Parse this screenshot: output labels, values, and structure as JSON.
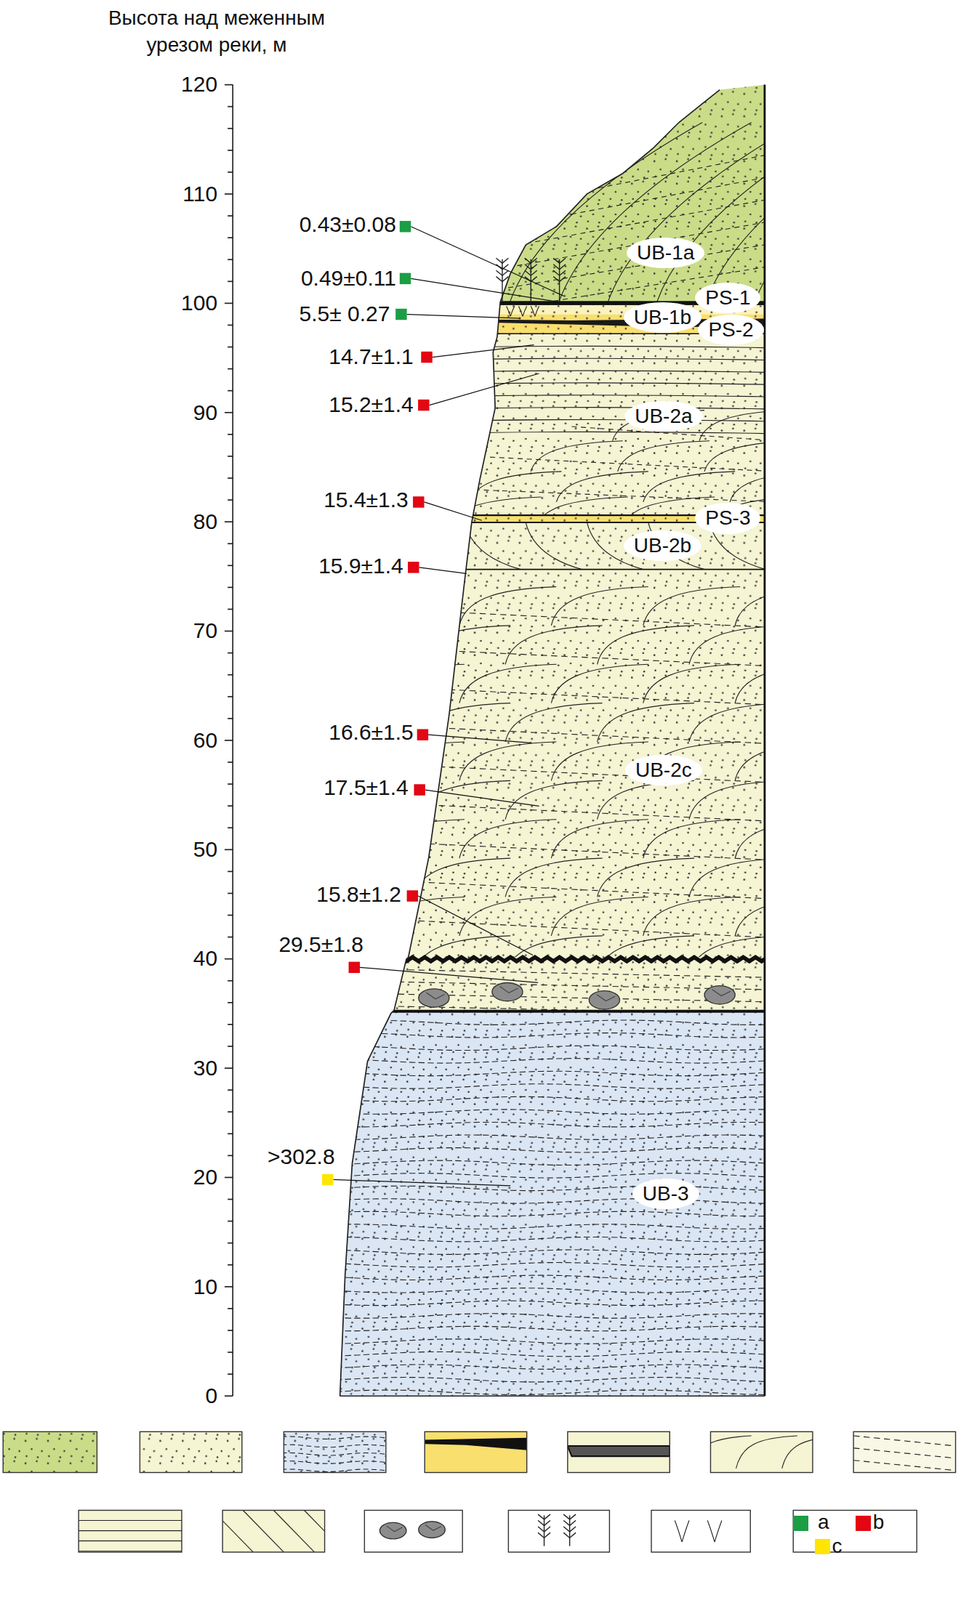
{
  "diagram": {
    "nodes": [
      {
        "text": [
          "UB-1a"
        ]
      },
      {
        "text": [
          "PS-1"
        ]
      },
      {
        "text": [
          "UB-1b"
        ]
      },
      {
        "text": [
          "PS-2"
        ]
      },
      {
        "text": [
          "UB-2a"
        ]
      },
      {
        "text": [
          "PS-3"
        ]
      },
      {
        "text": [
          "UB-2b"
        ]
      },
      {
        "text": [
          "UB-2c"
        ]
      },
      {
        "text": [
          "UB-3"
        ]
      }
    ],
    "labels": [
      "Высота над меженным урезом реки, м",
      "120",
      "110",
      "100",
      "90",
      "80",
      "70",
      "60",
      "50",
      "40",
      "30",
      "20",
      "10",
      "0",
      "0.43±0.08",
      "0.49±0.11",
      "5.5± 0.27",
      "14.7±1.1",
      "15.2±1.4",
      "15.4±1.3",
      "15.9±1.4",
      "16.6±1.5",
      "17.5±1.4",
      "15.8±1.2",
      "29.5±1.8",
      ">302.8"
    ],
    "legend": [
      {
        "text": "a",
        "color": "#1b9e45"
      },
      {
        "text": "b",
        "color": "#e30613"
      },
      {
        "text": "c",
        "color": "#ffe500"
      }
    ]
  }
}
